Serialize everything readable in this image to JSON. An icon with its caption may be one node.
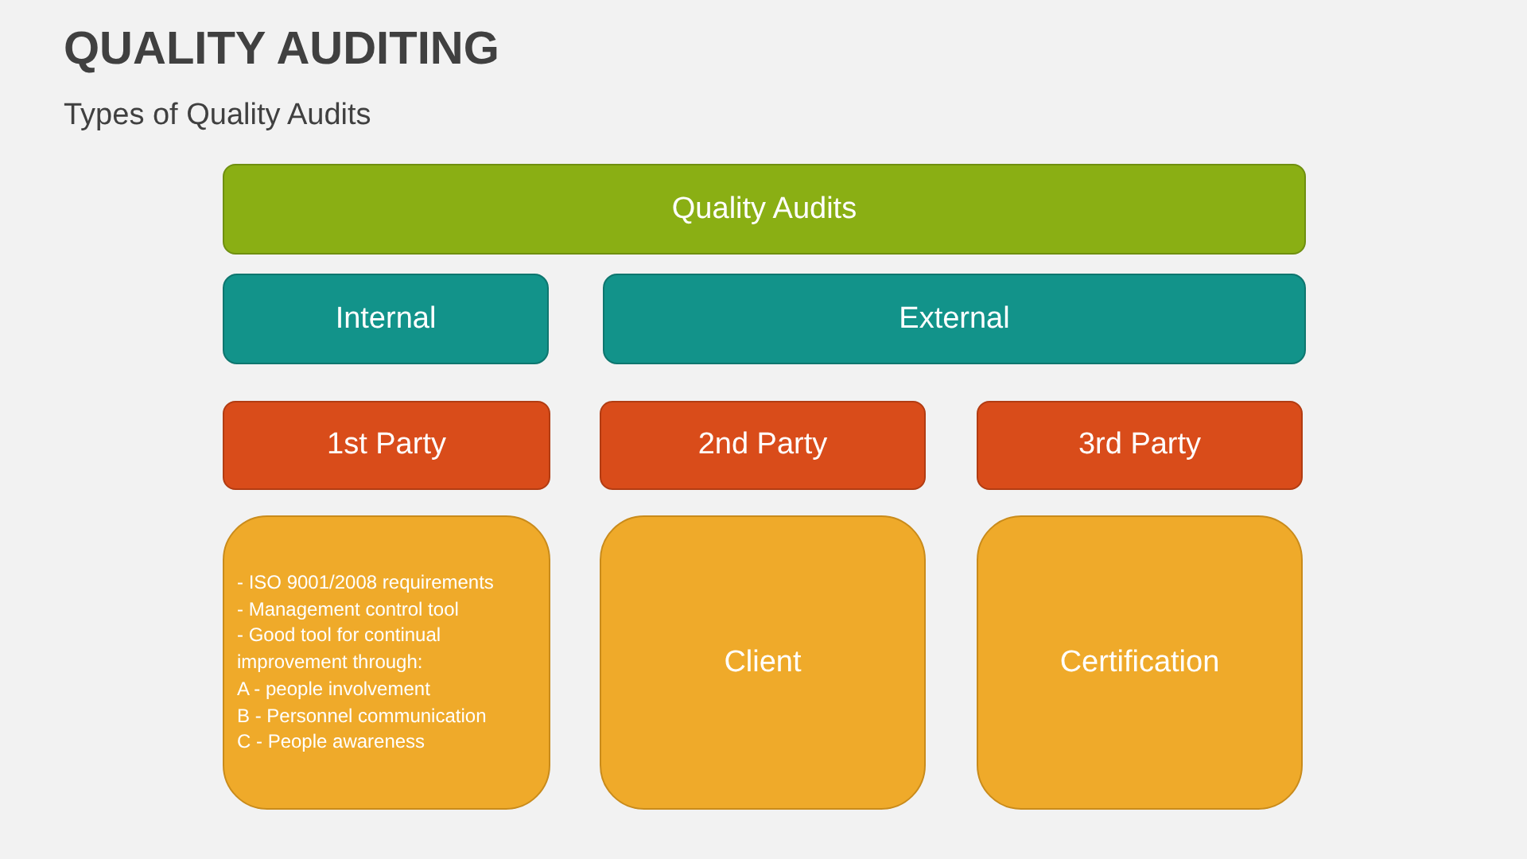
{
  "diagram": {
    "title": "QUALITY AUDITING",
    "nodes": [
      {
        "text": [
          "Quality Audits"
        ]
      },
      {
        "text": [
          "Internal"
        ]
      },
      {
        "text": [
          "External"
        ]
      },
      {
        "text": [
          "1st Party"
        ]
      },
      {
        "text": [
          "2nd Party"
        ]
      },
      {
        "text": [
          "3rd Party"
        ]
      },
      {
        "text": [
          "- ISO 9001/2008 requirements",
          "- Management control tool",
          "- Good tool for continual improvement through:",
          "A - people involvement",
          "B - Personnel communication",
          "C - People awareness"
        ]
      },
      {
        "text": [
          "Client"
        ]
      },
      {
        "text": [
          "Certification"
        ]
      }
    ],
    "labels": [
      "Types of Quality Audits"
    ]
  }
}
